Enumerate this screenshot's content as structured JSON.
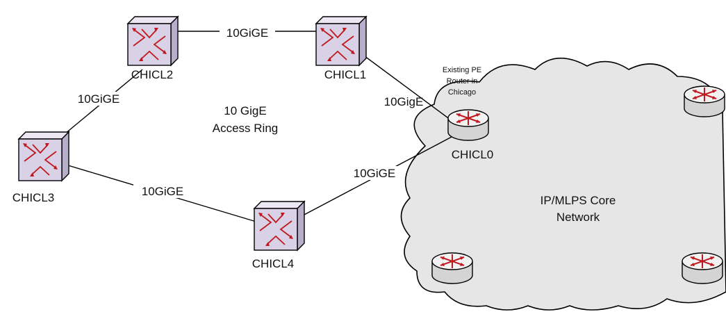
{
  "ring_label": [
    "10 GigE",
    "Access Ring"
  ],
  "core_label": [
    "IP/MLPS Core",
    "Network"
  ],
  "pe_note": [
    "Existing PE",
    "Router in",
    "Chicago"
  ],
  "nodes": {
    "chicl0": "CHICL0",
    "chicl1": "CHICL1",
    "chicl2": "CHICL2",
    "chicl3": "CHICL3",
    "chicl4": "CHICL4"
  },
  "links": {
    "l2_l1": "10GiGE",
    "l1_l0": "10GigE",
    "l2_l3": "10GiGE",
    "l3_l4": "10GiGE",
    "l4_l0": "10GiGE"
  },
  "colors": {
    "switch_face": "#d9d2e6",
    "switch_top": "#ece8f3",
    "switch_side": "#b7aecb",
    "router_body": "#e9e9e9",
    "arrow": "#c0181e",
    "cloud_fill": "#e6e6e6"
  }
}
